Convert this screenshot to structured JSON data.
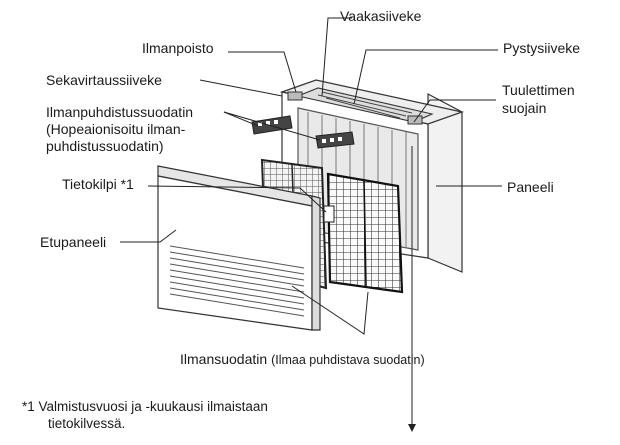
{
  "labels": {
    "vaakasiiveke": "Vaakasiiveke",
    "ilmanpoisto": "Ilmanpoisto",
    "pystysiiveke": "Pystysiiveke",
    "sekavirtaussiiveke": "Sekavirtaussiiveke",
    "tuulettimen_suojain_1": "Tuulettimen",
    "tuulettimen_suojain_2": "suojain",
    "ilmanpuhdistussuodatin": "Ilmanpuhdistussuodatin",
    "hopeaionisoitu_1": "(Hopeaionisoitu ilman-",
    "hopeaionisoitu_2": "puhdistussuodatin)",
    "tietokilpi": "Tietokilpi *1",
    "paneeli": "Paneeli",
    "etupaneeli": "Etupaneeli",
    "ilmansuodatin": "Ilmansuodatin",
    "ilmansuodatin_sub": "(Ilmaa puhdistava suodatin)"
  },
  "footnote": {
    "line1": "*1 Valmistusvuosi ja -kuukausi ilmaistaan",
    "line2": "tietokilvessä."
  }
}
